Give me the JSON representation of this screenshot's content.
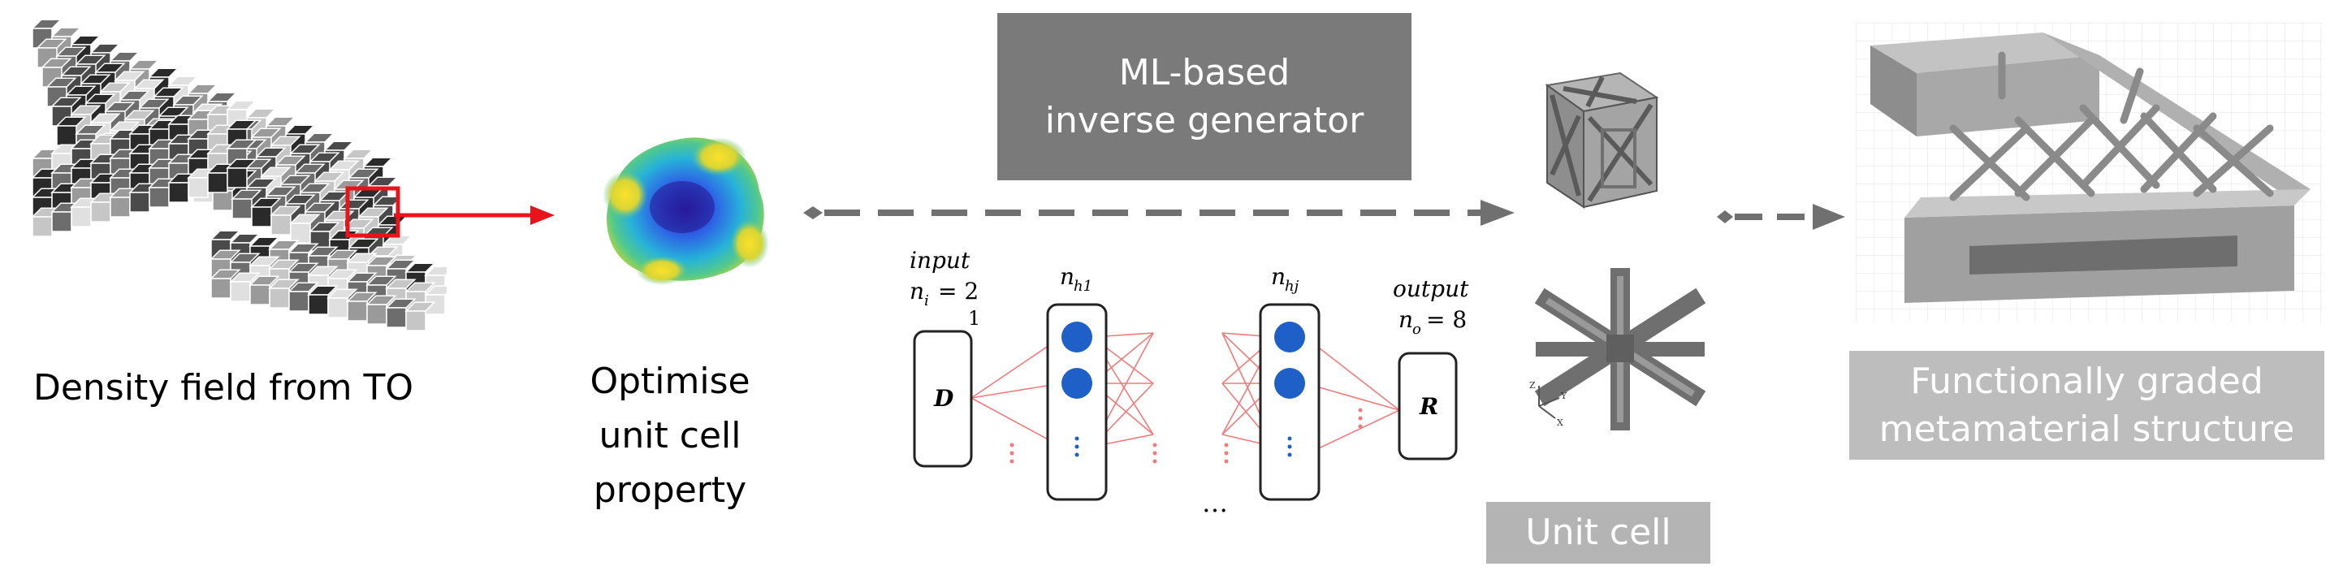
{
  "labels": {
    "density_field": "Density field from TO",
    "optimise": "Optimise\nunit cell\nproperty",
    "unit_cell": "Unit cell",
    "ml_generator": "ML-based\ninverse generator",
    "fg_structure": "Functionally graded\nmetamaterial structure"
  },
  "network": {
    "input_label": "input",
    "ni_label": "n",
    "ni_sub": "i",
    "ni_value": "= 2",
    "ni_value_extra": "1",
    "hidden1_label": "n",
    "hidden1_sub": "h1",
    "hiddenj_label": "n",
    "hiddenj_sub": "hj",
    "output_label": "output",
    "no_label": "n",
    "no_sub": "o",
    "no_value": "= 8",
    "input_node": "D",
    "output_node": "R",
    "ellipsis": "…"
  },
  "axis_triad": {
    "z": "Z",
    "y": "Y",
    "x": "X"
  },
  "colors": {
    "ml_box": "#7a7a7a",
    "unit_cell_box": "#b4b4b4",
    "fg_box": "#bdbdbd",
    "red_arrow": "#e8141b",
    "dashed_arrow": "#707070",
    "node_blue": "#1e5fc8",
    "edge_red": "#f27a7a"
  }
}
